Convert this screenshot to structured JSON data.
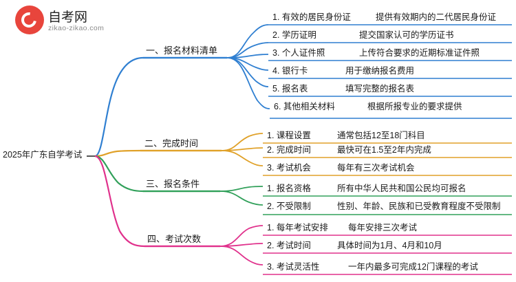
{
  "logo": {
    "name": "zikao-logo",
    "main_text": "自考网",
    "sub_text": "zikao-zikao.com"
  },
  "mindmap": {
    "root": {
      "label": "2025年广东自学考试"
    },
    "branches": [
      {
        "label": "一、报名材料清单",
        "color": "#2f7fd1",
        "children": [
          {
            "label": "1. 有效的居民身份证",
            "desc": "提供有效期内的二代居民身份证"
          },
          {
            "label": "2. 学历证明",
            "desc": "提交国家认可的学历证书"
          },
          {
            "label": "3. 个人证件照",
            "desc": "上传符合要求的近期标准证件照"
          },
          {
            "label": "4. 银行卡",
            "desc": "用于缴纳报名费用"
          },
          {
            "label": "5. 报名表",
            "desc": "填写完整的报名表"
          },
          {
            "label": "6. 其他相关材料",
            "desc": "根据所报专业的要求提供"
          }
        ]
      },
      {
        "label": "二、完成时间",
        "color": "#e0a128",
        "children": [
          {
            "label": "1. 课程设置",
            "desc": "通常包括12至18门科目"
          },
          {
            "label": "2. 完成时间",
            "desc": "最快可在1.5至2年内完成"
          },
          {
            "label": "3. 考试机会",
            "desc": "每年有三次考试机会"
          }
        ]
      },
      {
        "label": "三、报名条件",
        "color": "#31a05a",
        "children": [
          {
            "label": "1. 报名资格",
            "desc": "所有中华人民共和国公民均可报名"
          },
          {
            "label": "2. 不受限制",
            "desc": "性别、年龄、民族和已受教育程度不受限制"
          }
        ]
      },
      {
        "label": "四、考试次数",
        "color": "#e0318c",
        "children": [
          {
            "label": "1. 每年考试安排",
            "desc": "每年安排三次考试"
          },
          {
            "label": "2. 考试时间",
            "desc": "具体时间为1月、4月和10月"
          },
          {
            "label": "3. 考试灵活性",
            "desc": "一年内最多可完成12门课程的考试"
          }
        ]
      }
    ]
  }
}
